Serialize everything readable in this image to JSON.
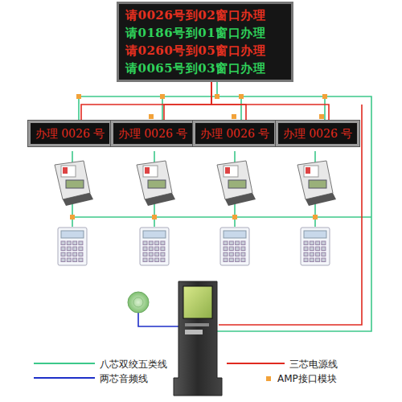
{
  "diagram": {
    "nodes": [
      {
        "text": [
          "请0026号到02窗口办理",
          "请0186号到01窗口办理",
          "请0260号到05窗口办理",
          "请0065号到03窗口办理"
        ]
      },
      {
        "text": [
          "办理 0026 号"
        ]
      },
      {
        "text": [
          "办理 0026 号"
        ]
      },
      {
        "text": [
          "办理 0026 号"
        ]
      },
      {
        "text": [
          "办理 0026 号"
        ]
      }
    ],
    "edges": [
      {
        "from": 0,
        "to": 1,
        "arrow": "none"
      },
      {
        "from": 0,
        "to": 2,
        "arrow": "none"
      },
      {
        "from": 0,
        "to": 3,
        "arrow": "none"
      },
      {
        "from": 0,
        "to": 4,
        "arrow": "none"
      }
    ],
    "legend": [
      {
        "text": "八芯双绞五类线"
      },
      {
        "text": "三芯电源线"
      },
      {
        "text": "两芯音频线"
      },
      {
        "text": "AMP接口模块",
        "color": "#f2a23a"
      }
    ]
  }
}
